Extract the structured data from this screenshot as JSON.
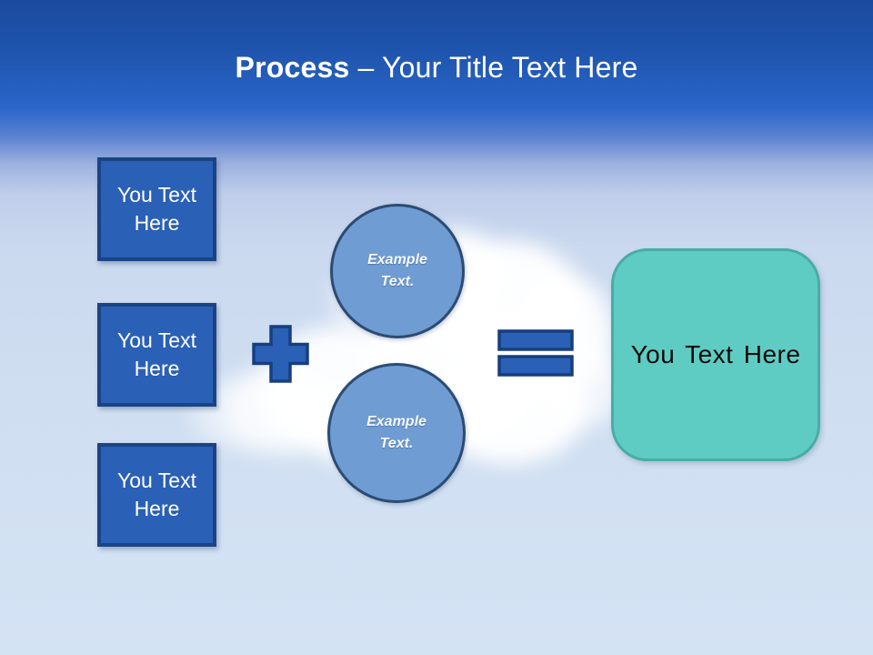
{
  "slide_title": {
    "emphasis": "Process",
    "rest": "– Your Title Text Here"
  },
  "input_boxes": [
    {
      "label": "You Text\nHere"
    },
    {
      "label": "You Text\nHere"
    },
    {
      "label": "You Text\nHere"
    }
  ],
  "example_circles": [
    {
      "label": "Example\nText."
    },
    {
      "label": "Example\nText."
    }
  ],
  "operators": {
    "plus": "plus-icon",
    "equals": "equals-icon"
  },
  "result_box": {
    "label": "You Text Here"
  },
  "colors": {
    "sky_top": "#1a4a9e",
    "sky_mid_blue": "#2a66ca",
    "sky_bottom": "#d4e3f4",
    "box_fill": "#2a60b6",
    "box_border": "#1a4484",
    "circle_fill": "#6f9cd2",
    "circle_border": "#2b4b73",
    "operator_fill": "#2a60b6",
    "operator_border": "#173e7e",
    "result_fill": "#5fccc4",
    "result_border": "#47ada5",
    "title_text": "#ffffff",
    "box_text": "#ffffff",
    "circle_text": "#ffffff",
    "result_text": "#0c0c0c"
  }
}
